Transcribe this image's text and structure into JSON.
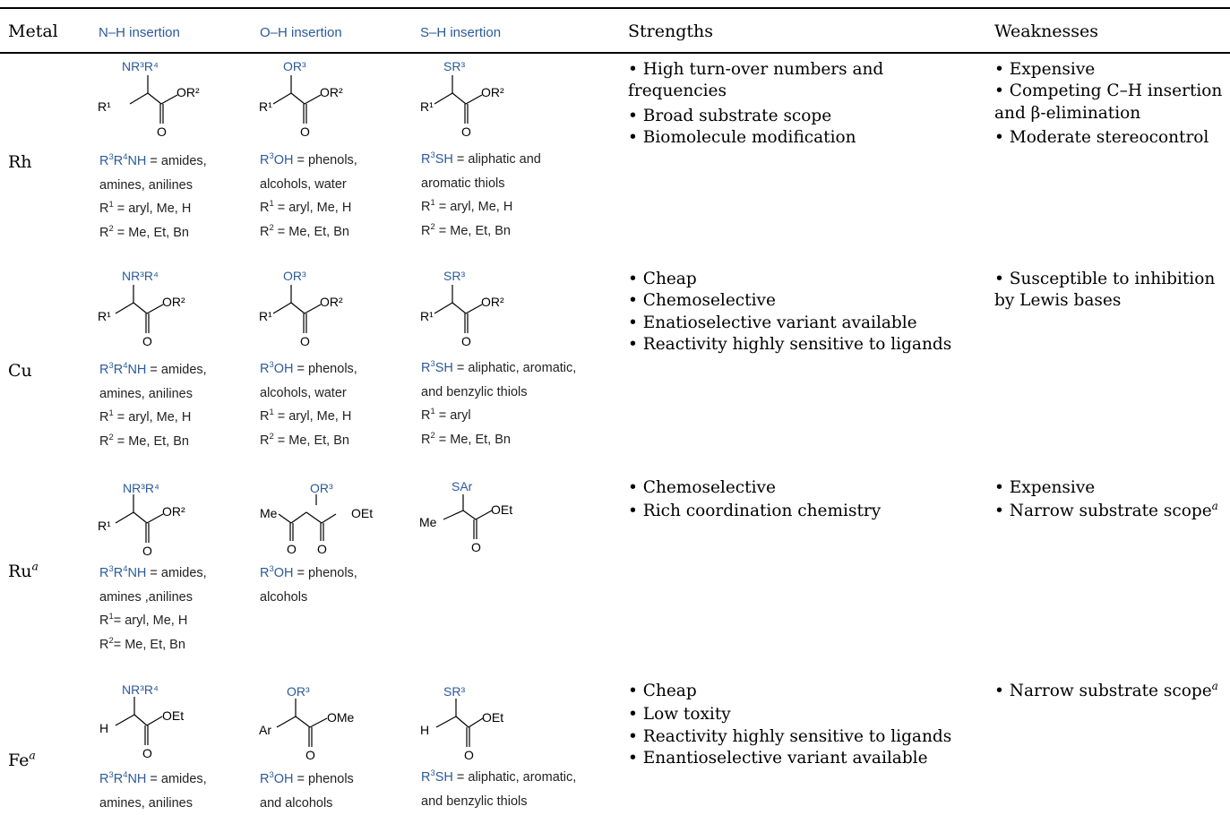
{
  "colors": {
    "accent_blue": "#2b5a9a",
    "text": "#000000",
    "gray": "#222222"
  },
  "headers": {
    "metal": "Metal",
    "nh": "N–H insertion",
    "oh": "O–H insertion",
    "sh": "S–H insertion",
    "strengths": "Strengths",
    "weaknesses": "Weaknesses"
  },
  "rows": [
    {
      "metal": "Rh",
      "nh_group": "NR³R⁴",
      "oh_group": "OR³",
      "sh_group": "SR³",
      "nh_conditions": [
        "R³R⁴NH = amides,",
        "amines, anilines",
        "R¹ = aryl, Me, H",
        "R² = Me, Et, Bn"
      ],
      "oh_conditions": [
        "R³OH = phenols,",
        "alcohols, water",
        "R¹ = aryl, Me, H",
        "R² = Me, Et, Bn"
      ],
      "sh_conditions": [
        "R³SH = aliphatic and",
        "aromatic thiols",
        "R¹ = aryl, Me, H",
        "R² = Me, Et, Bn"
      ],
      "strengths": [
        "• High turn-over numbers and",
        "frequencies",
        "• Broad substrate scope",
        "• Biomolecule modification"
      ],
      "weaknesses": [
        "• Expensive",
        "• Competing C–H insertion",
        "and β-elimination",
        "• Moderate stereocontrol"
      ]
    },
    {
      "metal": "Cu",
      "nh_group": "NR³R⁴",
      "oh_group": "OR³",
      "sh_group": "SR³",
      "nh_conditions": [
        "R³R⁴NH = amides,",
        "amines, anilines",
        "R¹ = aryl, Me, H",
        "R² = Me, Et, Bn"
      ],
      "oh_conditions": [
        "R³OH = phenols,",
        "alcohols, water",
        "R¹ = aryl, Me, H",
        "R² = Me, Et, Bn"
      ],
      "sh_conditions": [
        "R³SH = aliphatic, aromatic,",
        "and benzylic thiols",
        "R¹ = aryl",
        "R² = Me, Et, Bn"
      ],
      "strengths": [
        "• Cheap",
        "• Chemoselective",
        "• Enatioselective variant available",
        "• Reactivity highly sensitive to ligands"
      ],
      "weaknesses": [
        "• Susceptible to inhibition",
        "by Lewis bases"
      ]
    },
    {
      "metal": "Ru",
      "metal_note": "a",
      "nh_group": "NR³R⁴",
      "oh_group": "OR³",
      "sh_group": "SAr",
      "nh_conditions": [
        "R³R⁴NH = amides,",
        "amines ,anilines",
        "R¹= aryl, Me, H",
        "R²= Me, Et, Bn"
      ],
      "oh_conditions": [
        "R³OH = phenols,",
        "alcohols"
      ],
      "sh_conditions": [],
      "strengths": [
        "• Chemoselective",
        "• Rich coordination chemistry"
      ],
      "weaknesses": [
        "• Expensive",
        "• Narrow substrate scope"
      ],
      "weakness_note": "a"
    },
    {
      "metal": "Fe",
      "metal_note": "a",
      "nh_group": "NR³R⁴",
      "oh_group": "OR³",
      "sh_group": "SR³",
      "nh_conditions": [
        "R³R⁴NH = amides,",
        "amines, anilines"
      ],
      "oh_conditions": [
        "R³OH = phenols",
        "and alcohols"
      ],
      "sh_conditions": [
        "R³SH = aliphatic, aromatic,",
        "and benzylic thiols"
      ],
      "strengths": [
        "• Cheap",
        "• Low toxity",
        "• Reactivity highly sensitive to ligands",
        "• Enantioselective variant available"
      ],
      "weaknesses": [
        "• Narrow substrate scope"
      ],
      "weakness_note": "a"
    }
  ],
  "molecule_labels": {
    "R1": "R¹",
    "OR2": "OR²",
    "O": "O",
    "OEt": "OEt",
    "OMe": "OMe",
    "Me": "Me",
    "H": "H",
    "Ar": "Ar"
  }
}
